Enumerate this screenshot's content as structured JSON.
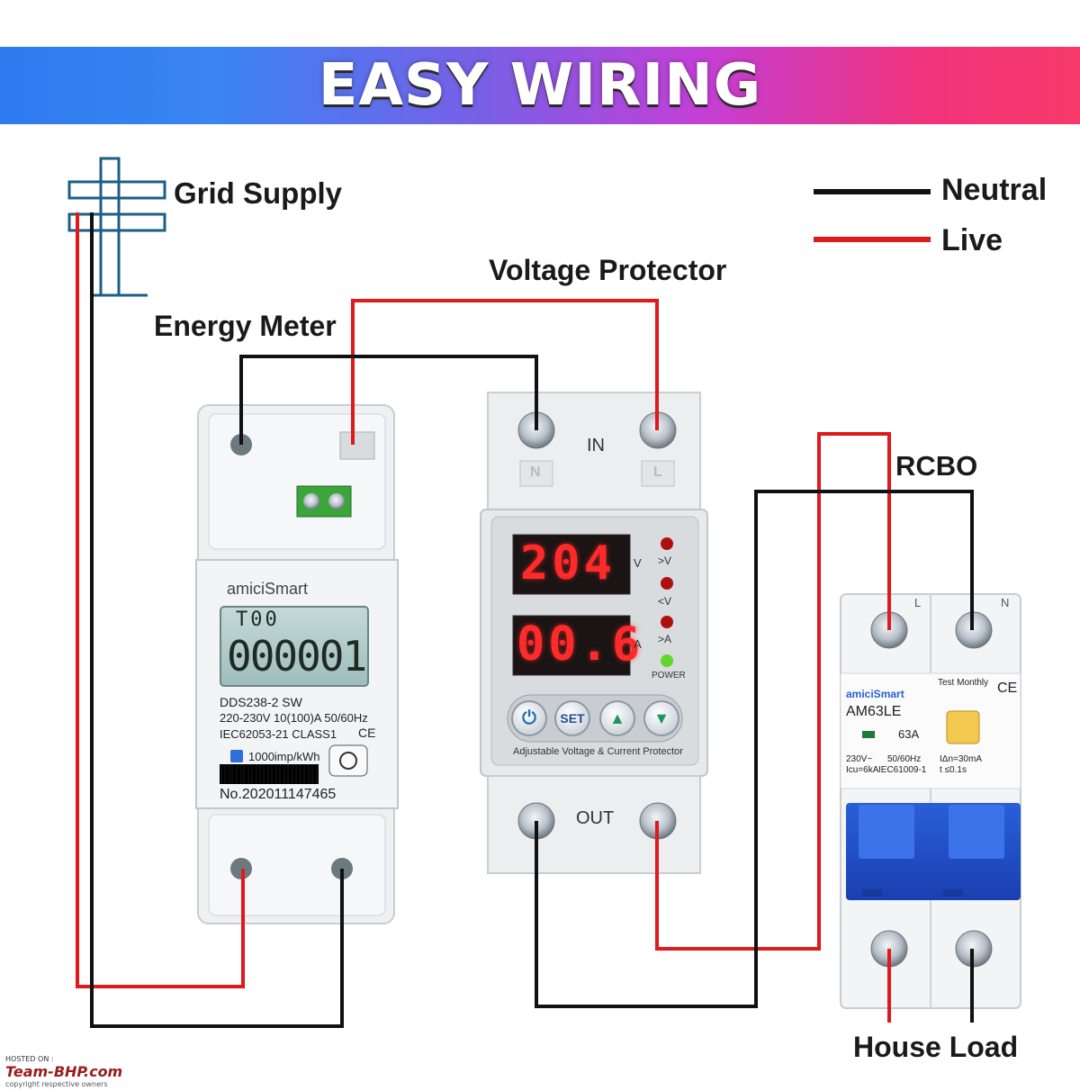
{
  "title": "EASY WIRING",
  "labels": {
    "grid_supply": "Grid Supply",
    "energy_meter": "Energy Meter",
    "voltage_protector": "Voltage Protector",
    "rcbo": "RCBO",
    "house_load": "House Load"
  },
  "legend": {
    "items": [
      {
        "label": "Neutral",
        "color": "#111111"
      },
      {
        "label": "Live",
        "color": "#e0191c"
      }
    ]
  },
  "energy_meter": {
    "brand": "amiciSmart",
    "lcd_top": "T00",
    "lcd_main": "000001",
    "model": "DDS238-2  SW",
    "rating": "220-230V  10(100)A  50/60Hz",
    "standard": "IEC62053-21   CLASS1",
    "ce_mark": "CE",
    "impulse": "1000imp/kWh",
    "serial": "No.202011147465"
  },
  "voltage_protector": {
    "in_label": "IN",
    "out_label": "OUT",
    "terminal_n": "N",
    "terminal_l": "L",
    "voltage_reading": "204",
    "voltage_unit": "V",
    "current_reading": "00.6",
    "current_unit": "A",
    "indicators": [
      ">V",
      "<V",
      ">A"
    ],
    "power_label": "POWER",
    "buttons": [
      "SET"
    ],
    "caption": "Adjustable Voltage & Current Protector"
  },
  "rcbo": {
    "terminal_l": "L",
    "terminal_n": "N",
    "brand": "amiciSmart",
    "model": "AM63LE",
    "rating": "63A",
    "test_label": "Test Monthly",
    "ce_mark": "CE",
    "spec_left_1": "230V~",
    "spec_left_2": "Icu=6kA",
    "spec_right_1": "50/60Hz",
    "spec_right_2": "IEC61009-1",
    "spec_trip_1": "IΔn=30mA",
    "spec_trip_2": "t ≤0.1s"
  },
  "watermark": {
    "hosted_on": "HOSTED ON :",
    "site": "Team-BHP.com",
    "copyright": "copyright respective owners"
  }
}
